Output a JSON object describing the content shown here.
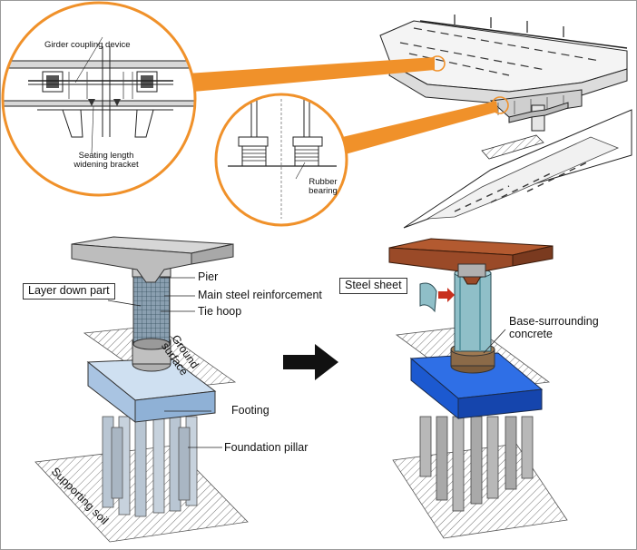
{
  "callouts": {
    "girder_coupling": "Girder coupling device",
    "seating_bracket_line1": "Seating length",
    "seating_bracket_line2": "widening bracket",
    "rubber_bearing_line1": "Rubber",
    "rubber_bearing_line2": "bearing"
  },
  "before": {
    "layer_down_part": "Layer down part",
    "pier": "Pier",
    "main_reinforcement": "Main steel reinforcement",
    "tie_hoop": "Tie hoop",
    "ground_surface_line1": "Ground",
    "ground_surface_line2": "surface",
    "footing": "Footing",
    "foundation_pillar": "Foundation pillar",
    "supporting_soil": "Supporting soil"
  },
  "after": {
    "steel_sheet": "Steel sheet",
    "base_concrete_line1": "Base-surrounding",
    "base_concrete_line2": "concrete"
  },
  "colors": {
    "accent_orange": "#f0912a",
    "pier_grey": "#bdbdbd",
    "footing_light_blue": "#a9c4e2",
    "footing_blue": "#1c59d0",
    "cap_brown": "#9a4a28",
    "jacket_teal": "#8fbfc8",
    "arrow_red": "#c8301e"
  }
}
